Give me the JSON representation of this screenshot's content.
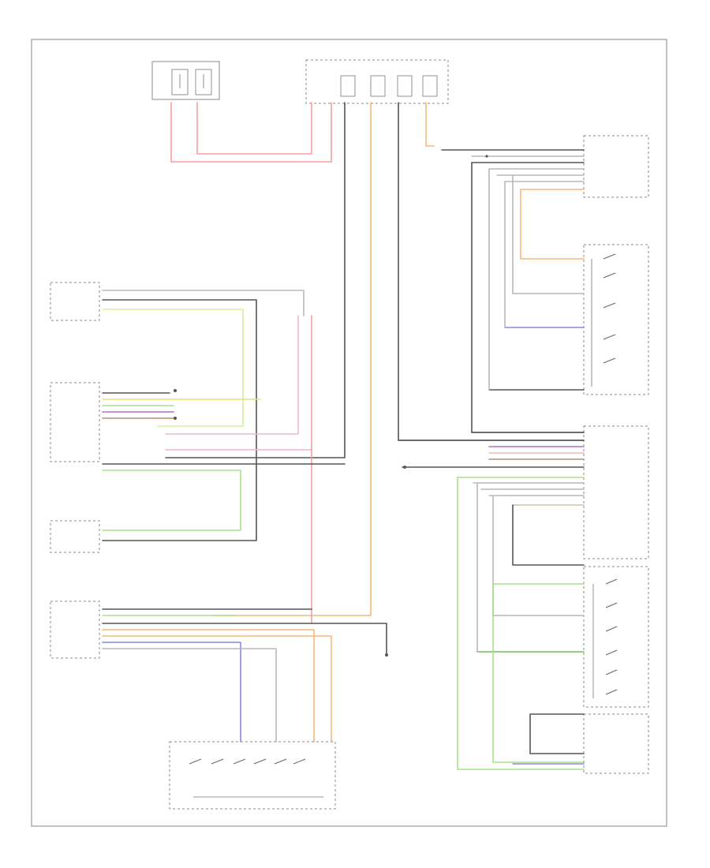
{
  "diagram": {
    "footer_code": "",
    "components": [
      {
        "id": "fuse_box_top_left",
        "label": ""
      },
      {
        "id": "central_junction_box",
        "label": ""
      },
      {
        "id": "front_rh_door_module",
        "label": ""
      },
      {
        "id": "rh_window_switch",
        "label": ""
      },
      {
        "id": "driver_door_switch",
        "label": ""
      },
      {
        "id": "lh_rear_window_motor",
        "label": ""
      },
      {
        "id": "lh_rear_lockout_switch",
        "label": ""
      },
      {
        "id": "left_front_door_module",
        "label": ""
      },
      {
        "id": "lh_master_switch",
        "label": ""
      },
      {
        "id": "passenger_door_module",
        "label": ""
      },
      {
        "id": "passenger_window_switch",
        "label": ""
      },
      {
        "id": "passenger_lockout_switch",
        "label": ""
      }
    ],
    "colors": {
      "power": "#f4a0a0",
      "ground": "#555555",
      "orange": "#f5b97a",
      "green": "#a8e08a",
      "blue": "#8888e8"
    }
  }
}
